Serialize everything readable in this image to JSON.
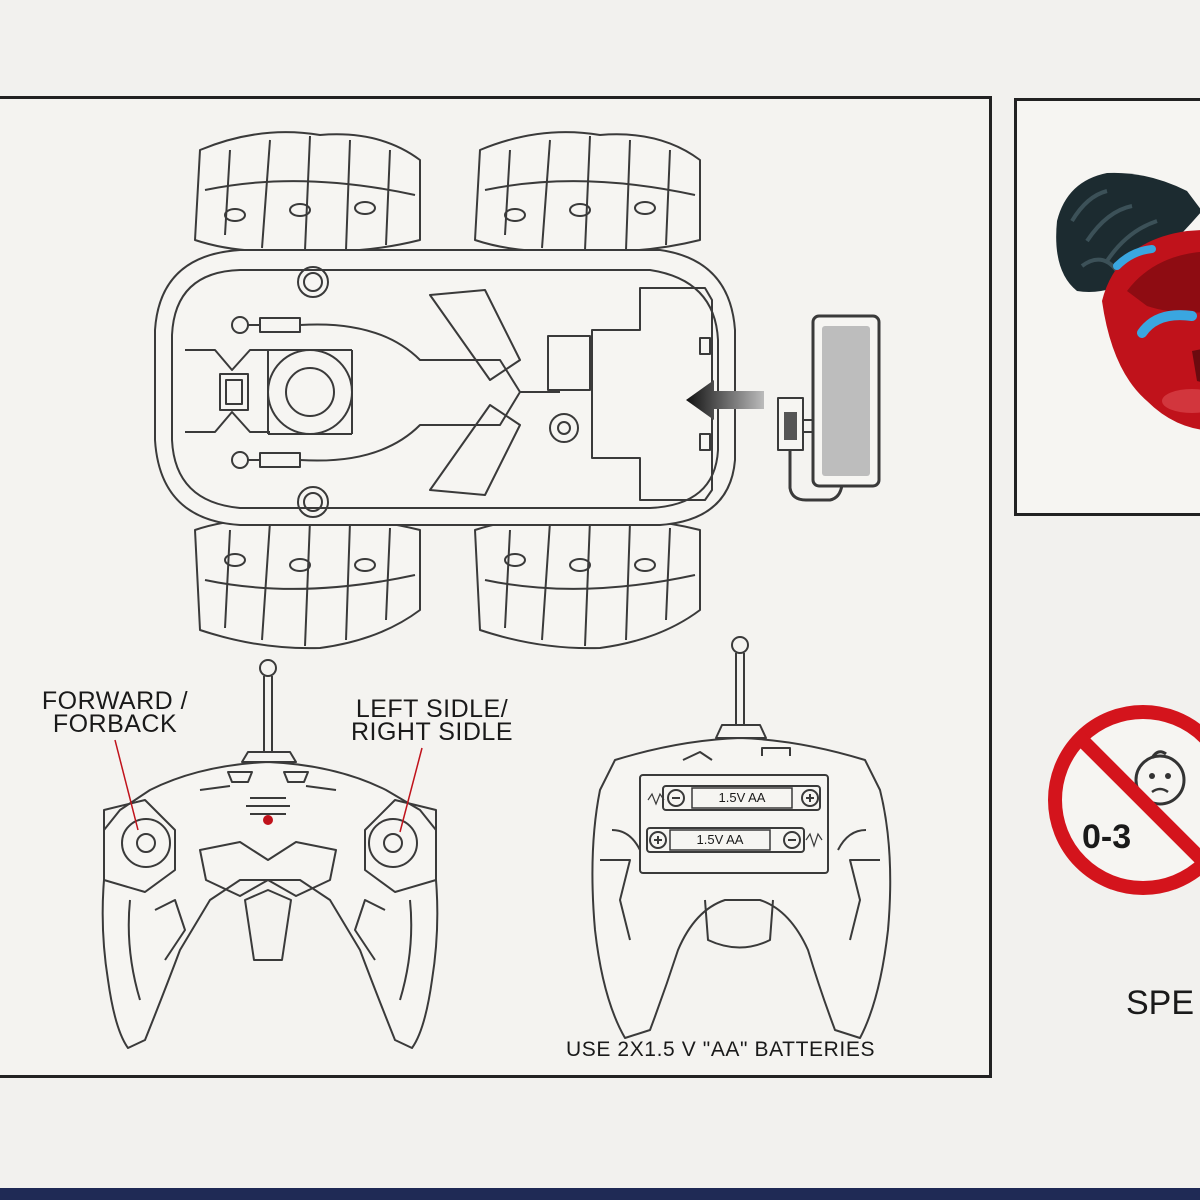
{
  "labels": {
    "forward_line1": "FORWARD /",
    "forward_line2": "FORBACK",
    "side_line1": "LEFT SIDLE/",
    "side_line2": "RIGHT SIDLE"
  },
  "battery_caption": "USE 2X1.5 V \"AA\" BATTERIES",
  "battery_slots": [
    "1.5V AA",
    "1.5V AA"
  ],
  "age_warning": {
    "text": "0-3"
  },
  "spec_partial": "SPE",
  "colors": {
    "line": "#3a3a3a",
    "prohibit_red": "#d4141c",
    "car_red": "#c0121b",
    "wheel_dark": "#1c2b30",
    "accent_blue": "#3aa6e0",
    "band": "#1f2a55"
  }
}
